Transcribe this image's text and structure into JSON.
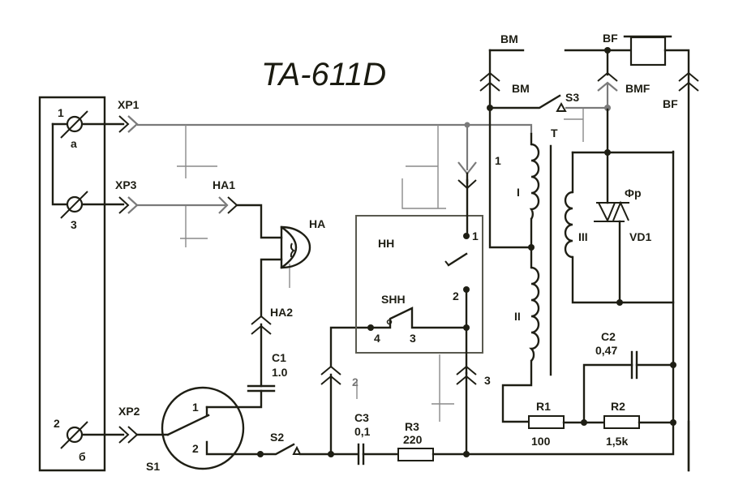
{
  "title": "TA-611D",
  "connectors": {
    "xp1": "XP1",
    "xp2": "XP2",
    "xp3": "XP3",
    "ha1": "HA1",
    "ha2": "HA2",
    "bm_top": "BM",
    "bm": "BM",
    "bf_top": "BF",
    "bmf": "BMF",
    "bf": "BF"
  },
  "terminals": {
    "t1_num": "1",
    "t1_letter": "a",
    "t3_num": "3",
    "t2_num": "2",
    "t2_letter": "б"
  },
  "components": {
    "ha": "HA",
    "s1": "S1",
    "s1_pin1": "1",
    "s1_pin2": "2",
    "s2": "S2",
    "s3": "S3",
    "c1": "C1",
    "c1_value": "1.0",
    "c2": "C2",
    "c2_value": "0,47",
    "c3": "C3",
    "c3_value": "0,1",
    "r1": "R1",
    "r1_value": "100",
    "r2": "R2",
    "r2_value": "1,5k",
    "r3": "R3",
    "r3_value": "220",
    "hh": "HH",
    "shh": "SHH",
    "hh_pin1": "1",
    "hh_pin2": "2",
    "hh_pin3": "3",
    "hh_pin4": "4",
    "t": "T",
    "winding1": "I",
    "winding2": "II",
    "winding3": "III",
    "winding1_tap": "1",
    "fr": "Фр",
    "vd1": "VD1",
    "conn2_label": "2",
    "conn3_label": "3"
  }
}
